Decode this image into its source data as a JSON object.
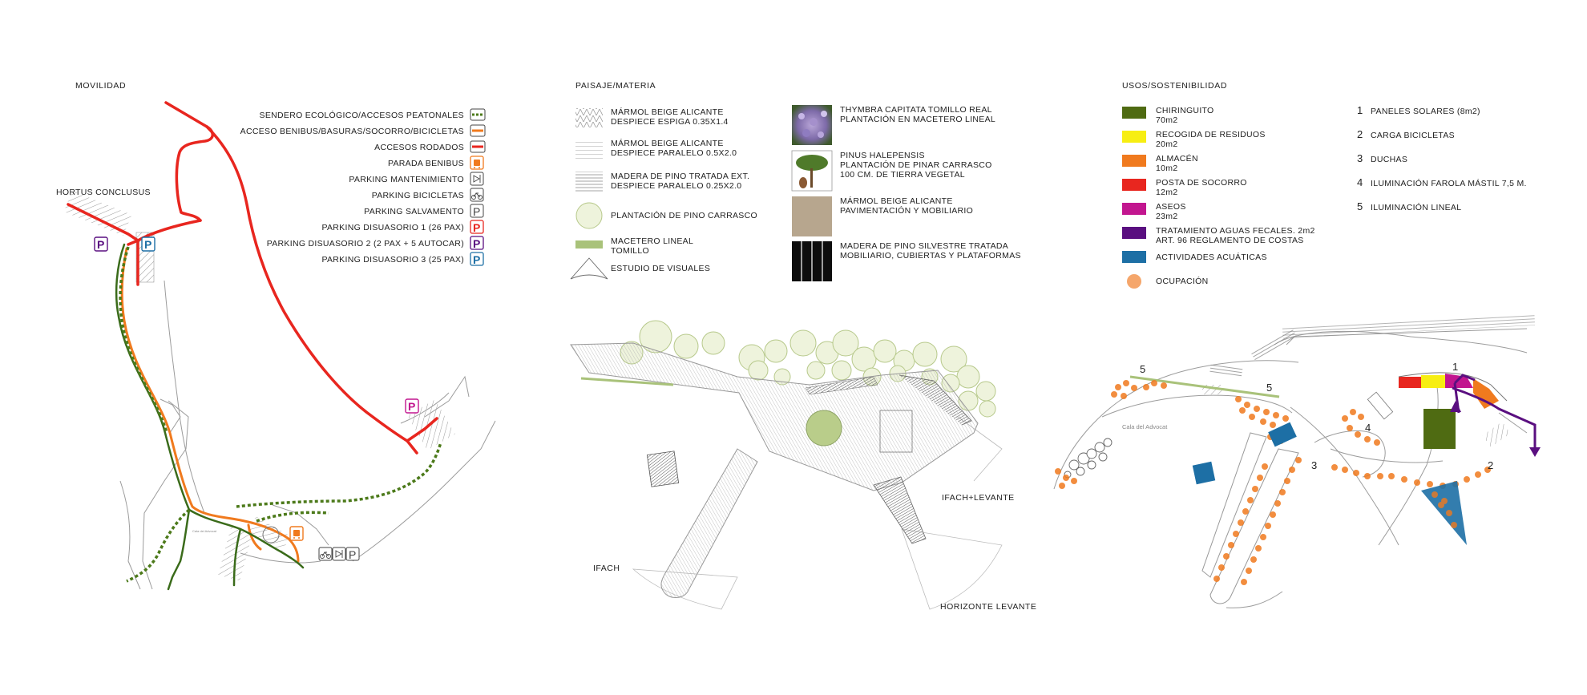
{
  "colors": {
    "red": "#e8261f",
    "orange": "#f07a1e",
    "green": "#3a6b1a",
    "dash_green": "#4c7a1a",
    "purple": "#5a0f80",
    "magenta": "#c2168f",
    "blue": "#1d6fa5",
    "yellow": "#f7ee12",
    "olive": "#4f6b12",
    "tree_fill": "#e3ebc7",
    "tree_stroke": "#b7c98b",
    "macetero": "#a9c27a",
    "occupancy": "#f5a66b"
  },
  "movilidad": {
    "title": "MOVILIDAD",
    "place_label": "HORTUS CONCLUSUS",
    "legend": [
      {
        "label": "SENDERO ECOLÓGICO/ACCESOS PEATONALES",
        "icon": "dashed-green-line-icon"
      },
      {
        "label": "ACCESO BENIBUS/BASURAS/SOCORRO/BICICLETAS",
        "icon": "orange-line-icon"
      },
      {
        "label": "ACCESOS RODADOS",
        "icon": "red-line-icon"
      },
      {
        "label": "PARADA BENIBUS",
        "icon": "bus-icon"
      },
      {
        "label": "PARKING MANTENIMIENTO",
        "icon": "maintenance-icon"
      },
      {
        "label": "PARKING BICICLETAS",
        "icon": "bicycle-icon"
      },
      {
        "label": "PARKING SALVAMENTO",
        "icon": "parking-white-icon",
        "glyph": "P"
      },
      {
        "label": "PARKING DISUASORIO 1 (26 PAX)",
        "icon": "parking-red-icon",
        "glyph": "P"
      },
      {
        "label": "PARKING DISUASORIO 2 (2 PAX + 5 AUTOCAR)",
        "icon": "parking-purple-icon",
        "glyph": "P"
      },
      {
        "label": "PARKING DISUASORIO 3 (25 PAX)",
        "icon": "parking-blue-icon",
        "glyph": "P"
      }
    ]
  },
  "paisaje": {
    "title": "PAISAJE/MATERIA",
    "legend_left": [
      {
        "line1": "MÁRMOL BEIGE ALICANTE",
        "line2": "DESPIECE ESPIGA 0.35X1.4",
        "icon": "herringbone-swatch-icon"
      },
      {
        "line1": "MÁRMOL BEIGE ALICANTE",
        "line2": "DESPIECE PARALELO 0.5X2.0",
        "icon": "parallel-swatch-icon"
      },
      {
        "line1": "MADERA DE PINO TRATADA EXT.",
        "line2": "DESPIECE PARALELO 0.25X2.0",
        "icon": "wood-swatch-icon"
      },
      {
        "line1": "PLANTACIÓN DE PINO CARRASCO",
        "line2": "",
        "icon": "tree-circle-icon"
      },
      {
        "line1": "MACETERO LINEAL",
        "line2": "TOMILLO",
        "icon": "planter-icon"
      },
      {
        "line1": "ESTUDIO DE VISUALES",
        "line2": "",
        "icon": "view-cone-icon"
      }
    ],
    "legend_right": [
      {
        "line1": "THYMBRA CAPITATA TOMILLO REAL",
        "line2": "PLANTACIÓN EN MACETERO LINEAL",
        "line3": "",
        "icon": "thyme-photo-icon"
      },
      {
        "line1": "PINUS HALEPENSIS",
        "line2": "PLANTACIÓN DE PINAR CARRASCO",
        "line3": "100 CM. DE TIERRA VEGETAL",
        "icon": "pine-tree-icon"
      },
      {
        "line1": "MÁRMOL BEIGE ALICANTE",
        "line2": "PAVIMENTACIÓN Y MOBILIARIO",
        "line3": "",
        "icon": "marble-texture-icon"
      },
      {
        "line1": "MADERA DE PINO SILVESTRE TRATADA",
        "line2": "MOBILIARIO, CUBIERTAS Y PLATAFORMAS",
        "line3": "",
        "icon": "dark-wood-icon"
      }
    ],
    "views": [
      "IFACH+LEVANTE",
      "IFACH",
      "HORIZONTE LEVANTE"
    ]
  },
  "usos": {
    "title": "USOS/SOSTENIBILIDAD",
    "place_label": "Cala del Advocat",
    "legend_colors": [
      {
        "line1": "CHIRINGUITO",
        "line2": "70m2",
        "color": "#4f6b12"
      },
      {
        "line1": "RECOGIDA DE RESIDUOS",
        "line2": "20m2",
        "color": "#f7ee12"
      },
      {
        "line1": "ALMACÉN",
        "line2": "10m2",
        "color": "#f07a1e"
      },
      {
        "line1": "POSTA DE SOCORRO",
        "line2": "12m2",
        "color": "#e8261f"
      },
      {
        "line1": "ASEOS",
        "line2": "23m2",
        "color": "#c2168f"
      },
      {
        "line1": "TRATAMIENTO AGUAS FECALES. 2m2",
        "line2": "ART. 96 REGLAMENTO DE COSTAS",
        "color": "#5a0f80"
      },
      {
        "line1": "ACTIVIDADES ACUÁTICAS",
        "line2": "",
        "color": "#1d6fa5"
      },
      {
        "line1": "OCUPACIÓN",
        "line2": "",
        "color": "#f5a66b"
      }
    ],
    "legend_numbers": [
      {
        "num": "1",
        "label": "PANELES SOLARES (8m2)"
      },
      {
        "num": "2",
        "label": "CARGA BICICLETAS"
      },
      {
        "num": "3",
        "label": "DUCHAS"
      },
      {
        "num": "4",
        "label": "ILUMINACIÓN FAROLA MÁSTIL 7,5 M."
      },
      {
        "num": "5",
        "label": "ILUMINACIÓN LINEAL"
      }
    ],
    "map_numbers": [
      "5",
      "5",
      "1",
      "2",
      "3",
      "4"
    ]
  }
}
